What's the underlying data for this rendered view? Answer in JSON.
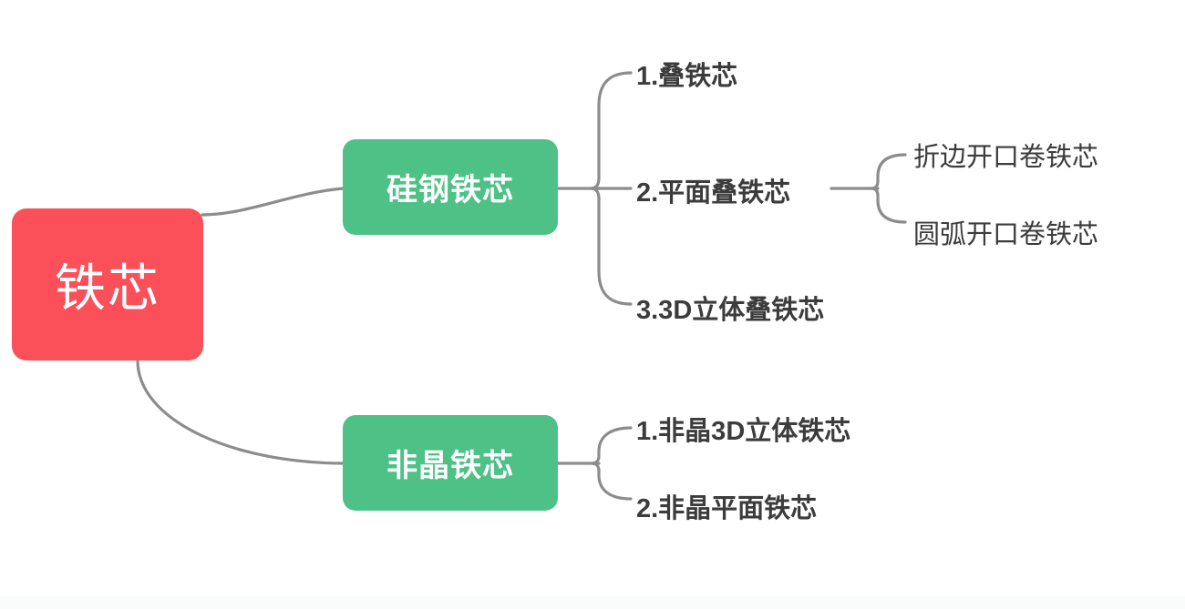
{
  "diagram": {
    "type": "mind-map",
    "orientation": "left-to-right",
    "background_color": "#ffffff",
    "colors": {
      "root_fill": "#fb505a",
      "branch_fill": "#4ec286",
      "node_text": "#ffffff",
      "leaf_text": "#3c3c3c",
      "connector": "#8c8c8c",
      "bottom_band": "#fafbfb"
    },
    "root": {
      "label": "铁芯"
    },
    "branches": [
      {
        "label": "硅钢铁芯",
        "leaves": [
          {
            "label": "1.叠铁芯",
            "children": []
          },
          {
            "label": "2.平面叠铁芯",
            "children": [
              {
                "label": "折边开口卷铁芯"
              },
              {
                "label": "圆弧开口卷铁芯"
              }
            ]
          },
          {
            "label": "3.3D立体叠铁芯",
            "children": []
          }
        ]
      },
      {
        "label": "非晶铁芯",
        "leaves": [
          {
            "label": "1.非晶3D立体铁芯",
            "children": []
          },
          {
            "label": "2.非晶平面铁芯",
            "children": []
          }
        ]
      }
    ]
  }
}
